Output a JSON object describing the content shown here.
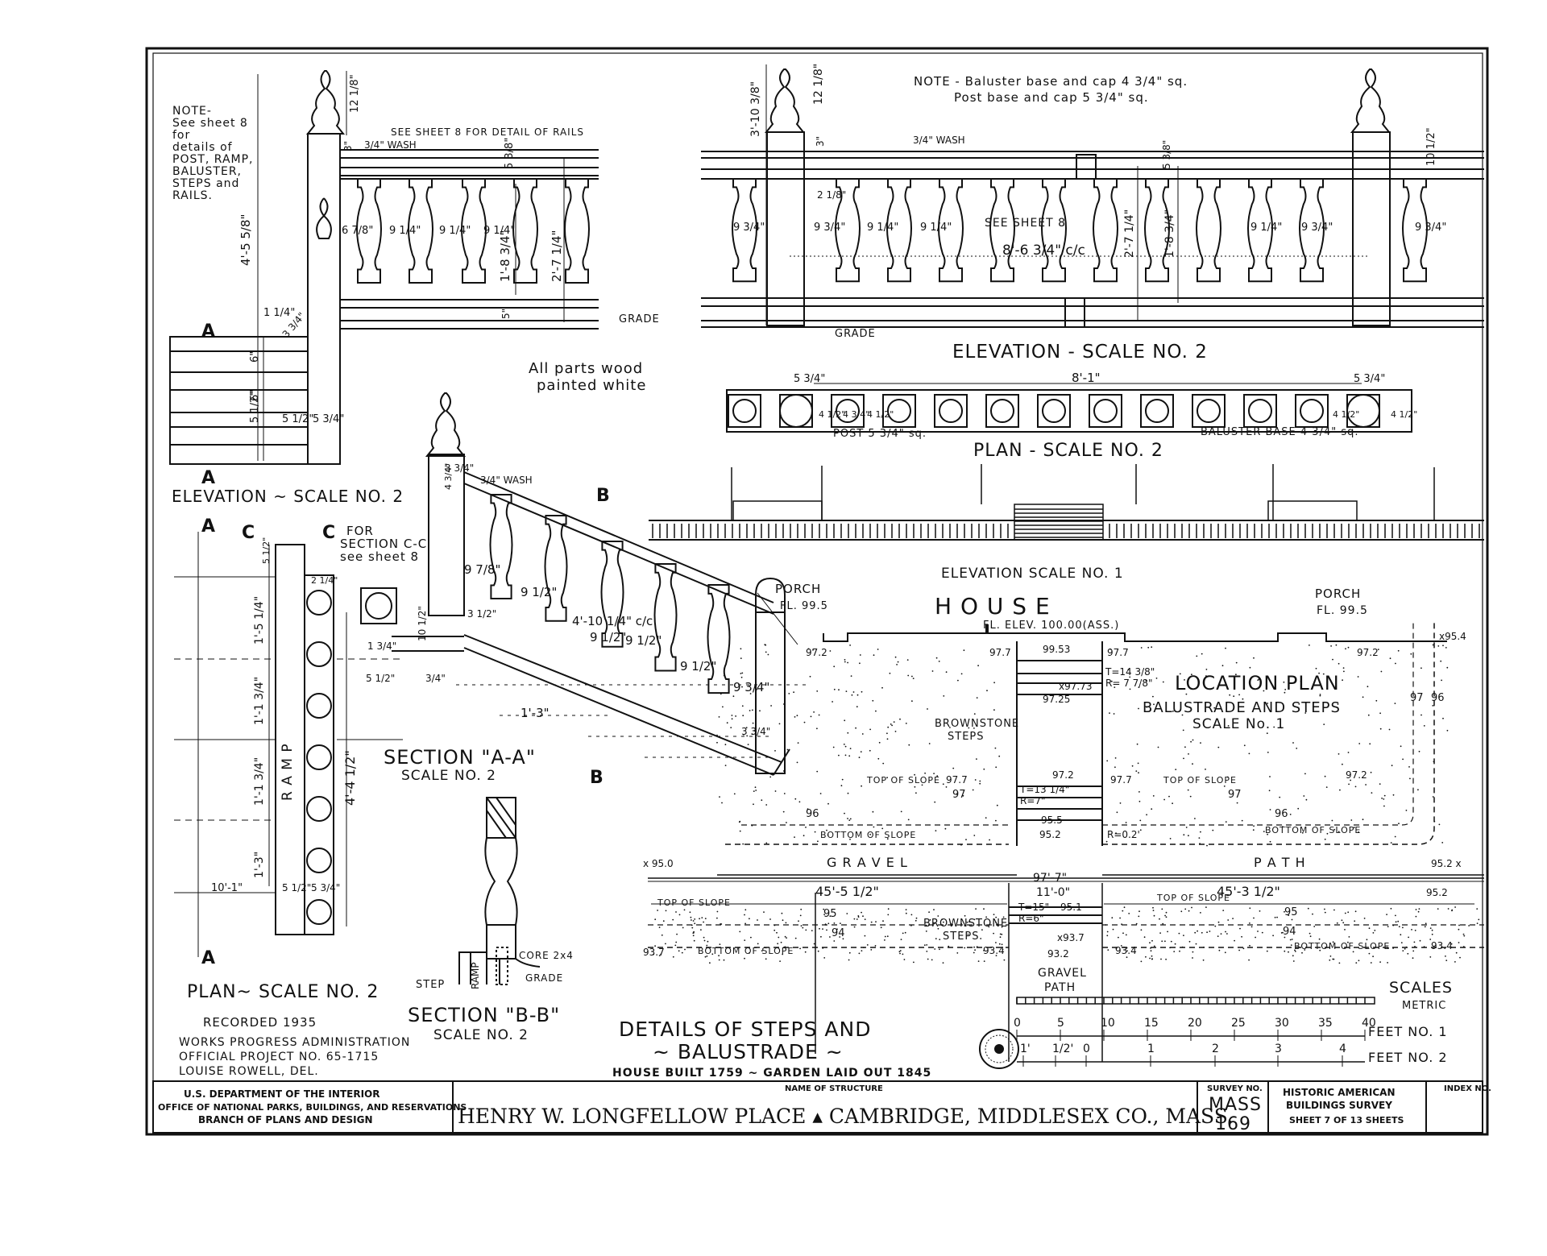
{
  "notes": {
    "left_note": [
      "NOTE-",
      "See sheet 8",
      "for",
      "details of",
      "POST, RAMP,",
      "BALUSTER,",
      "STEPS and",
      "RAILS."
    ],
    "see_sheet_rails": "SEE SHEET 8 FOR DETAIL OF RAILS",
    "top_note_1": "NOTE - Baluster base and cap 4 3/4\" sq.",
    "top_note_2": "Post base and cap 5 3/4\" sq.",
    "paint_1": "All parts wood",
    "paint_2": "painted white",
    "for_section_1": "FOR",
    "for_section_2": "SECTION C-C",
    "for_section_3": "see sheet 8"
  },
  "labels": {
    "elev_left": "ELEVATION ~ SCALE NO. 2",
    "elev_top": "ELEVATION - SCALE NO. 2",
    "plan_top": "PLAN - SCALE NO. 2",
    "elev_house": "ELEVATION   SCALE NO. 1",
    "house": "H O U S E",
    "section_aa_1": "SECTION \"A-A\"",
    "section_aa_2": "SCALE NO. 2",
    "section_bb_1": "SECTION \"B-B\"",
    "section_bb_2": "SCALE NO. 2",
    "plan_left": "PLAN~ SCALE NO. 2",
    "location_1": "LOCATION PLAN",
    "location_2": "BALUSTRADE AND STEPS",
    "location_3": "SCALE No. 1",
    "porch_left": "PORCH",
    "porch_left_fl": "FL. 99.5",
    "porch_right": "PORCH",
    "porch_right_fl": "FL. 99.5",
    "fl_elev": "FL. ELEV. 100.00(ASS.)",
    "brownstone_1": "BROWNSTONE",
    "brownstone_2": "STEPS",
    "gravel": "G R A V E L",
    "path": "P A T H",
    "gravel_path_1": "GRAVEL",
    "gravel_path_2": "PATH",
    "ramp": "R A M P",
    "step": "STEP",
    "ramp_small": "RAMP",
    "core": "CORE 2x4",
    "grade": "GRADE",
    "wash": "3/4\" WASH",
    "post_plan": "POST 5 3/4\" sq.",
    "baluster_base": "BALUSTER BASE 4 3/4\" sq.",
    "see_sheet8": "SEE SHEET 8",
    "top_of_slope": "TOP OF SLOPE",
    "bottom_of_slope": "BOTTOM OF SLOPE",
    "letter_a": "A",
    "letter_b": "B",
    "letter_c": "C"
  },
  "dims": {
    "d_4_5_5_8": "4'-5 5/8\"",
    "d_12_1_8": "12 1/8\"",
    "d_3": "3\"",
    "d_5_3_8": "5 3/8\"",
    "d_1_8_3_4": "1'-8 3/4\"",
    "d_2_7_1_4": "2'-7 1/4\"",
    "d_9_1_4": "9 1/4\"",
    "d_6_7_8": "6 7/8\"",
    "d_1_1_4": "1 1/4\"",
    "d_3_3_4": "3 3/4\"",
    "d_6": "6\"",
    "d_5_1_2": "5 1/2\"",
    "d_5_3_4": "5 3/4\"",
    "d_3_10_3_8": "3'-10 3/8\"",
    "d_2_1_8": "2 1/8\"",
    "d_9_3_4": "9 3/4\"",
    "d_8_6_3_4": "8'-6 3/4\" c/c",
    "d_10_1_2": "10 1/2\"",
    "d_8_1": "8'-1\"",
    "d_4_1_2": "4 1/2\"",
    "d_4_3_4": "4 3/4\"",
    "d_9_7_8": "9 7/8\"",
    "d_9_1_2": "9 1/2\"",
    "d_4_10_1_4": "4'-10 1/4\" c/c",
    "d_1_3": "1'-3\"",
    "d_1_5_1_4": "1'-5 1/4\"",
    "d_1_1_3_4": "1'-1 3/4\"",
    "d_4_4_1_2": "4'-4 1/2\"",
    "d_10_1": "10'-1\"",
    "d_2_1_4": "2 1/4\"",
    "d_1_3_4": "1 3/4\"",
    "d_45_5_1_2": "45'-5 1/2\"",
    "d_45_3_1_2": "45'-3 1/2\"",
    "d_97_7": "97'-7\"",
    "d_11_0": "11'-0\"",
    "t_14": "T=14 3/8\"",
    "r_7_7_8": "R= 7 7/8\"",
    "t_13": "T=13 1/4\"",
    "r_7": "R=7\"",
    "t_15": "T=15\"",
    "r_6": "R=6\"",
    "r_0_2": "R=0.2'"
  },
  "elevations": {
    "e97_2": "97.2",
    "e97_7": "97.7",
    "e99_53": "99.53",
    "e97_73": "x97.73",
    "e97_25": "97.25",
    "e95_4": "x95.4",
    "e97": "97",
    "e96": "96",
    "e95_5": "95.5",
    "e95_2": "95.2",
    "e95_0": "x 95.0",
    "e95_2x": "95.2 x",
    "e95": "95",
    "e94": "94",
    "e95_1": "95.1",
    "e93_7": "93.7",
    "e93_4": "93.4",
    "e93_2": "93.2",
    "e93_7x": "x93.7"
  },
  "scales": {
    "title": "SCALES",
    "metric": "METRIC",
    "s1_ticks": [
      "0",
      "5",
      "10",
      "15",
      "20",
      "25",
      "30",
      "35",
      "40"
    ],
    "s1_label": "FEET NO. 1",
    "s2_ticks": [
      "1'",
      "1/2'",
      "0",
      "1",
      "2",
      "3",
      "4"
    ],
    "s2_label": "FEET NO. 2"
  },
  "credits": {
    "recorded": "RECORDED 1935",
    "wpa": "WORKS PROGRESS ADMINISTRATION",
    "project": "OFFICIAL PROJECT NO. 65-1715",
    "del": "LOUISE ROWELL, DEL."
  },
  "sheet_title": {
    "line1": "DETAILS OF STEPS AND",
    "line2": "~ BALUSTRADE ~",
    "line3": "HOUSE BUILT 1759 ~ GARDEN LAID OUT 1845"
  },
  "title_block": {
    "dept_1": "U.S. DEPARTMENT OF THE INTERIOR",
    "dept_2": "OFFICE OF NATIONAL PARKS, BUILDINGS, AND RESERVATIONS",
    "dept_3": "BRANCH OF PLANS AND DESIGN",
    "name_label": "NAME OF STRUCTURE",
    "name": "HENRY W. LONGFELLOW PLACE ▴ CAMBRIDGE, MIDDLESEX CO., MASS.",
    "survey_label": "SURVEY NO.",
    "survey_1": "MASS",
    "survey_2": "169",
    "habs_1": "HISTORIC AMERICAN",
    "habs_2": "BUILDINGS SURVEY",
    "sheet_of": "SHEET 7 OF 13 SHEETS",
    "index_label": "INDEX NO."
  }
}
